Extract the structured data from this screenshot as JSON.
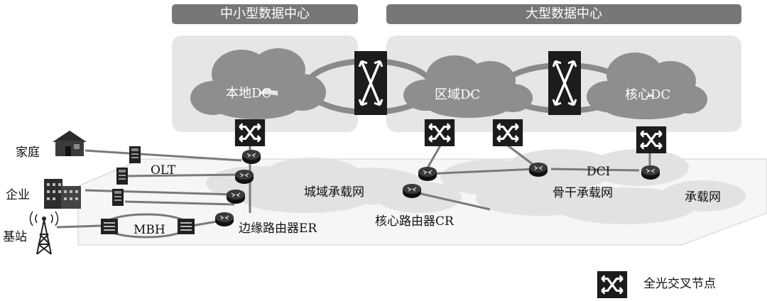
{
  "headers": {
    "small_medium_dc": "中小型数据中心",
    "large_dc": "大型数据中心"
  },
  "dc_clouds": {
    "local": "本地DC",
    "regional": "区域DC",
    "core": "核心DC"
  },
  "access": {
    "home": "家庭",
    "enterprise": "企业",
    "base_station": "基站",
    "olt": "OLT",
    "mbh": "MBH"
  },
  "network": {
    "edge_router": "边缘路由器ER",
    "metro": "城域承载网",
    "core_router": "核心路由器CR",
    "dci": "DCI",
    "backbone": "骨干承载网",
    "carrier": "承载网"
  },
  "legend": {
    "all_optical_node": "全光交叉节点"
  },
  "colors": {
    "header_bg": "#777777",
    "dc_panel": "#e6e6e6",
    "cloud": "#8e8e8e",
    "network_cloud": "#e2e2e2",
    "node": "#1c1c1c"
  }
}
